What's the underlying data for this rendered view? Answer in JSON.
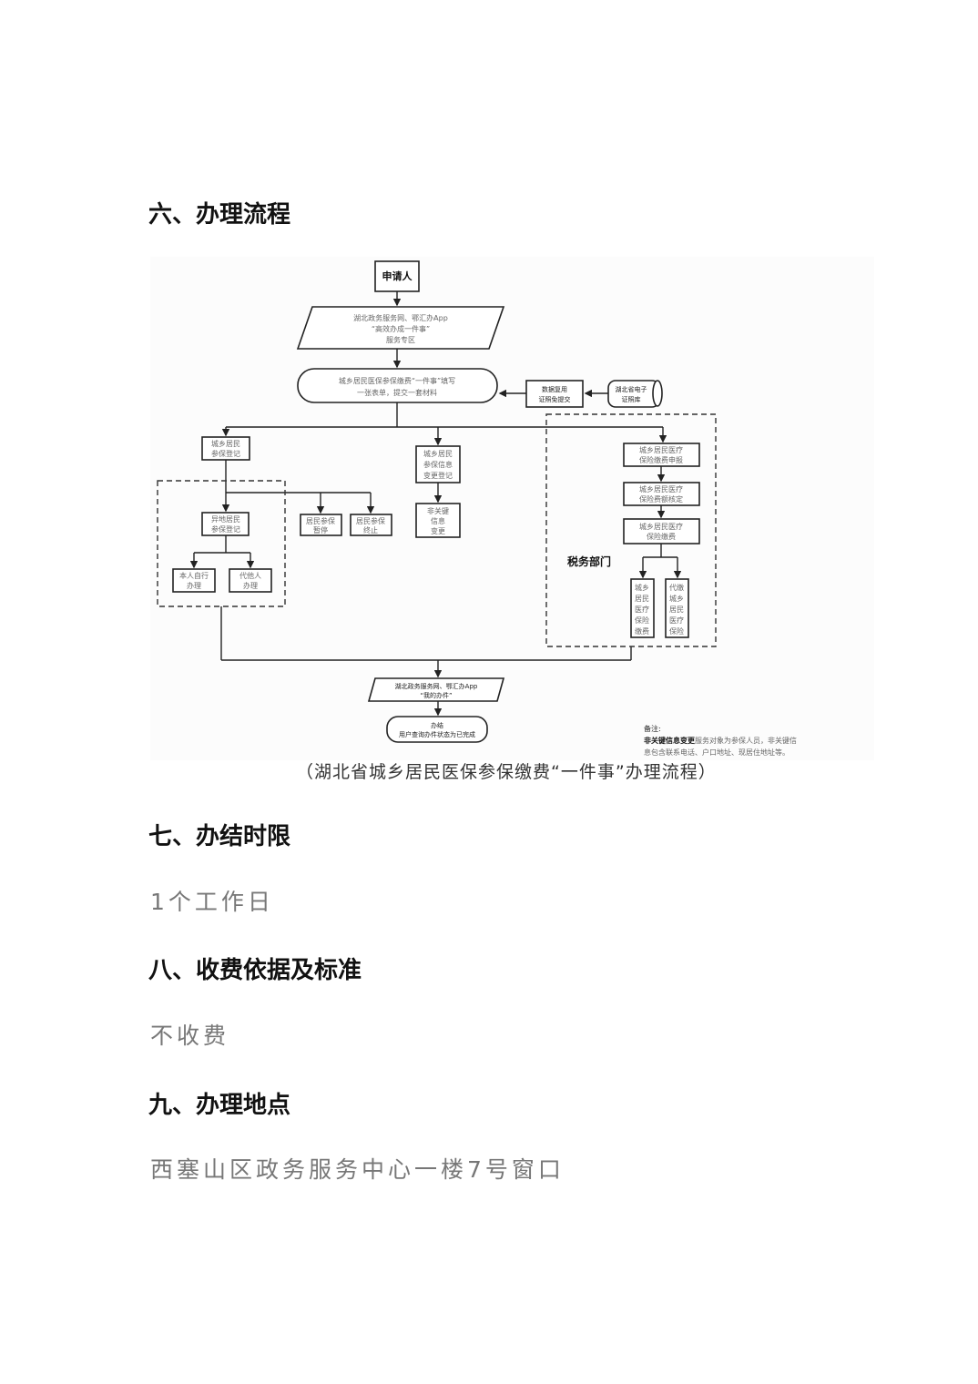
{
  "sections": {
    "s6_title": "六、办理流程",
    "s7_title": "七、办结时限",
    "s7_body": "1个工作日",
    "s8_title": "八、收费依据及标准",
    "s8_body": "不收费",
    "s9_title": "九、办理地点",
    "s9_body": "西塞山区政务服务中心一楼7号窗口"
  },
  "flow": {
    "applicant": "申请人",
    "portal": [
      "湖北政务服务网、鄂汇办App",
      "“高效办成一件事”",
      "服务专区"
    ],
    "form": [
      "城乡居民医保参保缴费“一件事”填写",
      "一张表单，提交一套材料"
    ],
    "reuse": [
      "数据复用",
      "证照免提交"
    ],
    "library": [
      "湖北省电子",
      "证照库"
    ],
    "register": [
      "城乡居民",
      "参保登记"
    ],
    "change": [
      "城乡居民",
      "参保信息",
      "变更登记"
    ],
    "nonkey": [
      "非关键",
      "信息",
      "变更"
    ],
    "remote": [
      "异地居民",
      "参保登记"
    ],
    "suspend": [
      "居民参保",
      "暂停"
    ],
    "terminate": [
      "居民参保",
      "终止"
    ],
    "self": [
      "本人自行",
      "办理"
    ],
    "proxy": [
      "代他人",
      "办理"
    ],
    "declare": [
      "城乡居民医疗",
      "保险缴费申报"
    ],
    "verify": [
      "城乡居民医疗",
      "保险费额核定"
    ],
    "pay": [
      "城乡居民医疗",
      "保险缴费"
    ],
    "pay_v": [
      "城乡",
      "居民",
      "医疗",
      "保险",
      "缴费"
    ],
    "proxy_pay_v": [
      "代缴",
      "城乡",
      "居民",
      "医疗",
      "保险"
    ],
    "tax_dept": "税务部门",
    "mine": [
      "湖北政务服务网、鄂汇办App",
      "“我的办件”"
    ],
    "done": [
      "办结",
      "用户查询办件状态为已完成"
    ],
    "note_label": "备注:",
    "note_bold": "非关键信息变更",
    "note_rest1": "服务对象为参保人员，非关键信",
    "note_rest2": "息包含联系电话、户口地址、现居住地址等。"
  },
  "caption": "（湖北省城乡居民医保参保缴费“一件事”办理流程）"
}
